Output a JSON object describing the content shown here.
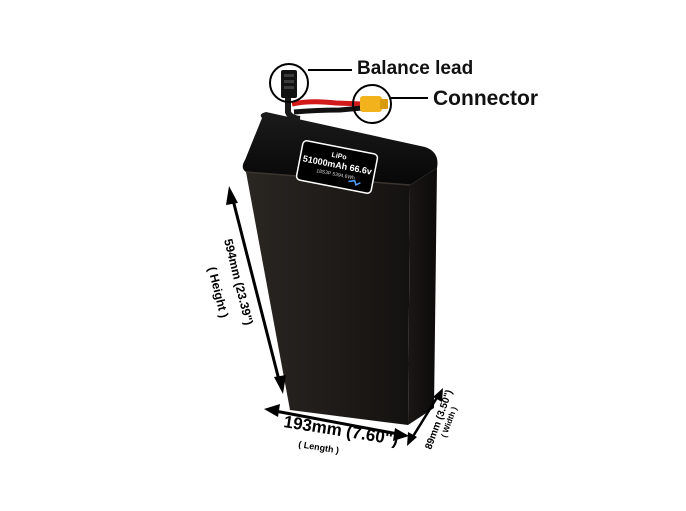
{
  "callouts": {
    "balance_lead": "Balance lead",
    "connector": "Connector"
  },
  "dimensions": {
    "height": {
      "value": "594mm (23.39\")",
      "label": "( Height )"
    },
    "length": {
      "value": "193mm (7.60\")",
      "label": "( Length )"
    },
    "width": {
      "value": "89mm (3.50\")",
      "label": "( Width )"
    }
  },
  "battery_label": {
    "chemistry": "LiPo",
    "spec": "51000mAh 66.6v",
    "detail": "18S3P 5394.6Wh"
  },
  "colors": {
    "battery_body": "#1d1a17",
    "battery_top": "#0d0d0d",
    "wire_red": "#d21a1a",
    "wire_black": "#111111",
    "connector_yellow": "#f2b21b",
    "label_bg": "#000000"
  }
}
